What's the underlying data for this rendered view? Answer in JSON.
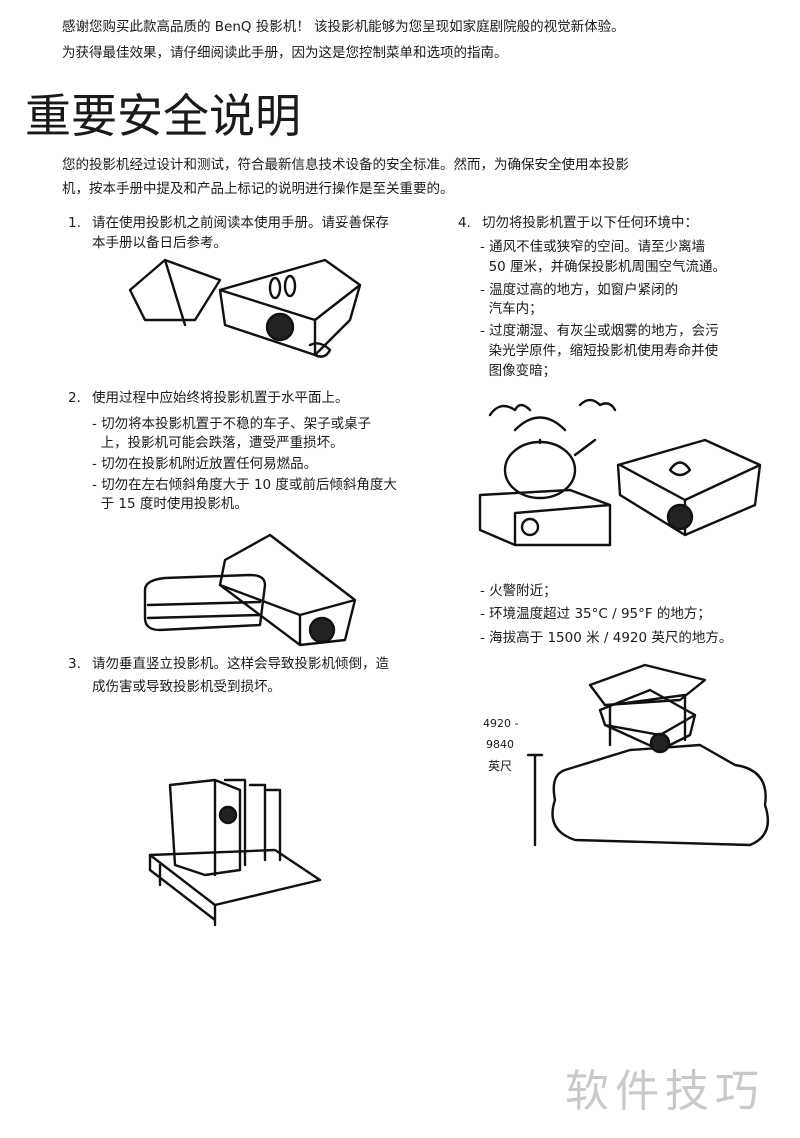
{
  "intro": [
    "感谢您购买此款高品质的 BenQ 投影机！ 该投影机能够为您呈现如家庭剧院般的视觉新体验。",
    "为获得最佳效果，请仔细阅读此手册，因为这是您控制菜单和选项的指南。"
  ],
  "title": "重要安全说明",
  "lead": [
    "您的投影机经过设计和测试，符合最新信息技术设备的安全标准。然而，为确保安全使用本投影",
    "机，按本手册中提及和产品上标记的说明进行操作是至关重要的。"
  ],
  "items": [
    {
      "num": "1.",
      "lines": [
        "请在使用投影机之前阅读本使用手册。请妥善保存",
        "本手册以备日后参考。"
      ]
    },
    {
      "num": "2.",
      "lines": [
        "使用过程中应始终将投影机置于水平面上。"
      ],
      "subs": [
        "- 切勿将本投影机置于不稳的车子、架子或桌子",
        "  上，投影机可能会跌落，遭受严重损坏。",
        "- 切勿在投影机附近放置任何易燃品。",
        "- 切勿在左右倾斜角度大于 10 度或前后倾斜角度大",
        "  于 15 度时使用投影机。"
      ]
    },
    {
      "num": "3.",
      "lines": [
        "请勿垂直竖立投影机。这样会导致投影机倾倒，造",
        "成伤害或导致投影机受到损坏。"
      ]
    },
    {
      "num": "4.",
      "lines": [
        "切勿将投影机置于以下任何环境中："
      ],
      "subs": [
        "- 通风不佳或狭窄的空间。请至少离墙",
        "  50 厘米，并确保投影机周围空气流通。",
        "- 温度过高的地方，如窗户紧闭的",
        "  汽车内；",
        "- 过度潮湿、有灰尘或烟雾的地方，会污",
        "  染光学原件，缩短投影机使用寿命并使",
        "  图像变暗；"
      ],
      "subs2": [
        "- 火警附近；",
        "- 环境温度超过 35°C / 95°F 的地方；",
        "- 海拔高于 1500 米 / 4920 英尺的地方。"
      ]
    }
  ],
  "altitude_label": [
    "4920 -",
    "9840",
    "英尺"
  ],
  "watermark": "软件技巧"
}
